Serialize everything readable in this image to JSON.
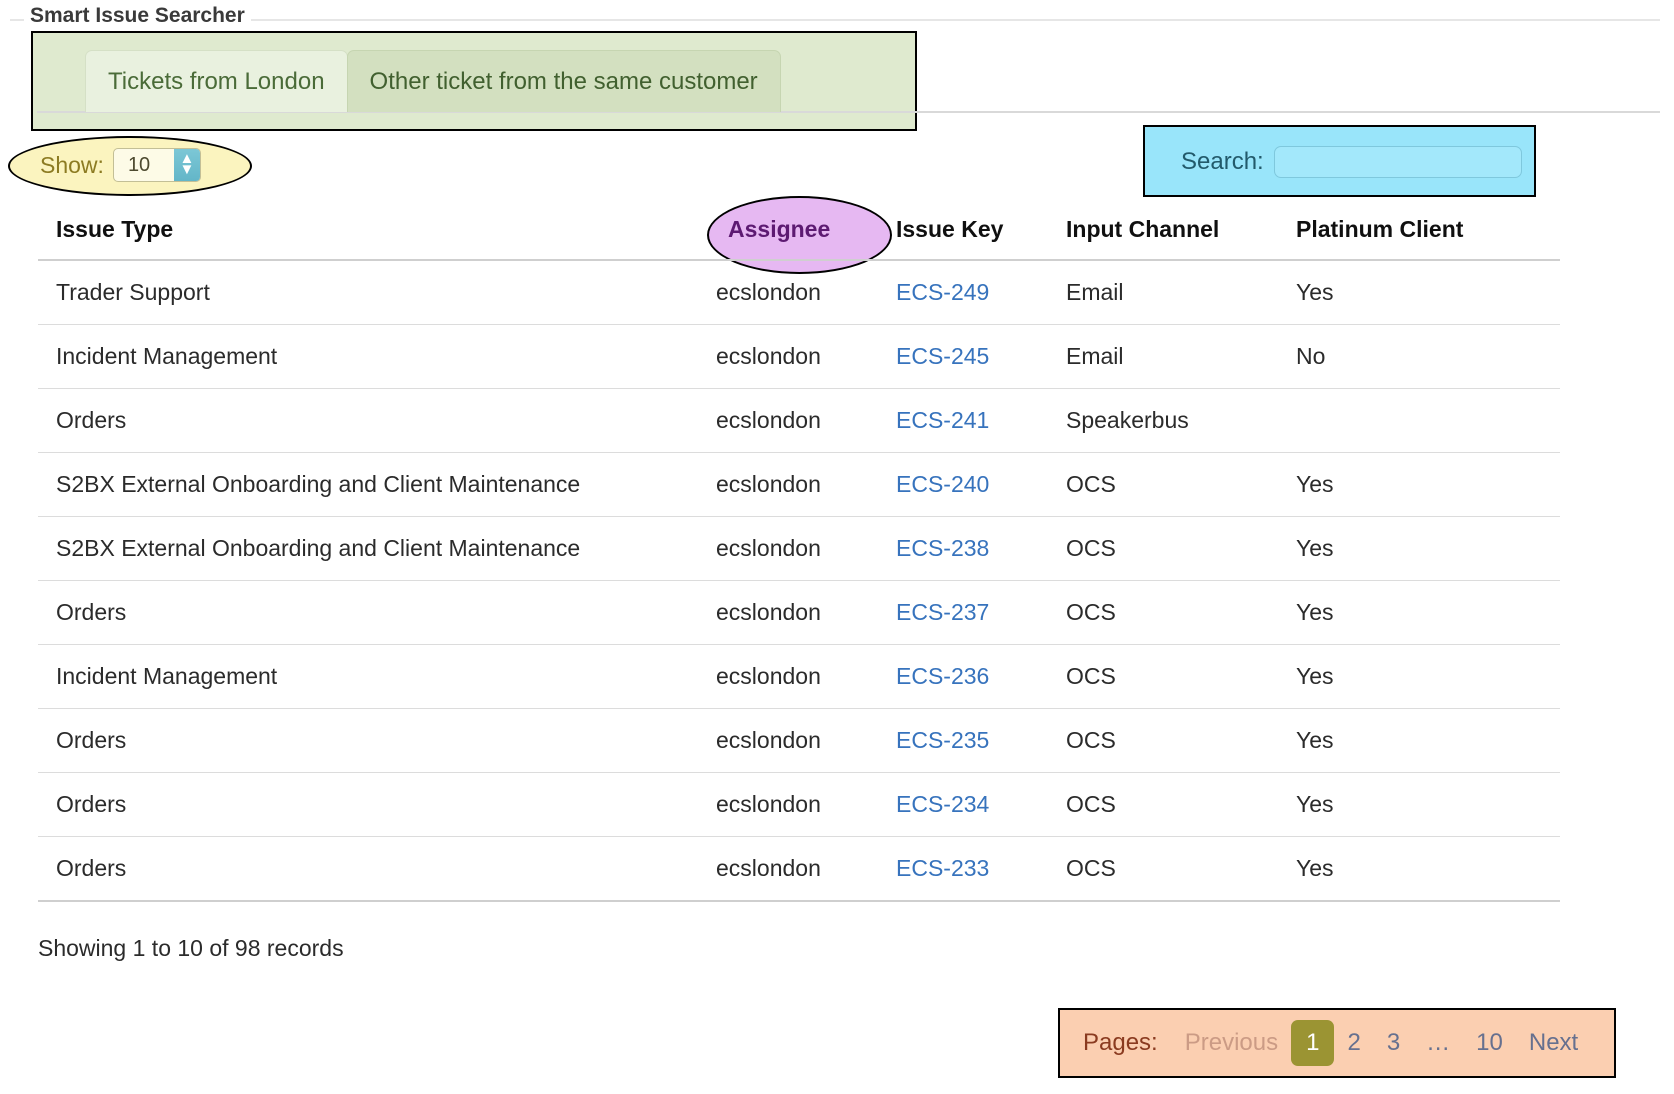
{
  "legend": "Smart Issue Searcher",
  "tabs": [
    {
      "label": "Tickets from London",
      "active": true
    },
    {
      "label": "Other ticket from the same customer",
      "active": false
    }
  ],
  "length_menu": {
    "label": "Show:",
    "value": "10",
    "highlight_color": "#fbf4bf"
  },
  "search": {
    "label": "Search:",
    "value": "",
    "placeholder": "",
    "highlight_color": "#99e5fa"
  },
  "table": {
    "columns": [
      "Issue Type",
      "Assignee",
      "Issue Key",
      "Input Channel",
      "Platinum Client"
    ],
    "assignee_highlight_color": "#e6b8f2",
    "link_color": "#3773bd",
    "rows": [
      {
        "type": "Trader Support",
        "assignee": "ecslondon",
        "key": "ECS-249",
        "channel": "Email",
        "platinum": "Yes"
      },
      {
        "type": "Incident Management",
        "assignee": "ecslondon",
        "key": "ECS-245",
        "channel": "Email",
        "platinum": "No"
      },
      {
        "type": "Orders",
        "assignee": "ecslondon",
        "key": "ECS-241",
        "channel": "Speakerbus",
        "platinum": ""
      },
      {
        "type": "S2BX External Onboarding and Client Maintenance",
        "assignee": "ecslondon",
        "key": "ECS-240",
        "channel": "OCS",
        "platinum": "Yes"
      },
      {
        "type": "S2BX External Onboarding and Client Maintenance",
        "assignee": "ecslondon",
        "key": "ECS-238",
        "channel": "OCS",
        "platinum": "Yes"
      },
      {
        "type": "Orders",
        "assignee": "ecslondon",
        "key": "ECS-237",
        "channel": "OCS",
        "platinum": "Yes"
      },
      {
        "type": "Incident Management",
        "assignee": "ecslondon",
        "key": "ECS-236",
        "channel": "OCS",
        "platinum": "Yes"
      },
      {
        "type": "Orders",
        "assignee": "ecslondon",
        "key": "ECS-235",
        "channel": "OCS",
        "platinum": "Yes"
      },
      {
        "type": "Orders",
        "assignee": "ecslondon",
        "key": "ECS-234",
        "channel": "OCS",
        "platinum": "Yes"
      },
      {
        "type": "Orders",
        "assignee": "ecslondon",
        "key": "ECS-233",
        "channel": "OCS",
        "platinum": "Yes"
      }
    ]
  },
  "showing_info": "Showing 1 to 10 of 98 records",
  "pagination": {
    "label": "Pages:",
    "highlight_color": "#fbcfb1",
    "current_color": "#9b9433",
    "items": [
      {
        "label": "Previous",
        "state": "disabled"
      },
      {
        "label": "1",
        "state": "current"
      },
      {
        "label": "2",
        "state": "normal"
      },
      {
        "label": "3",
        "state": "normal"
      },
      {
        "label": "…",
        "state": "ellipsis"
      },
      {
        "label": "10",
        "state": "normal"
      },
      {
        "label": "Next",
        "state": "normal"
      }
    ]
  }
}
